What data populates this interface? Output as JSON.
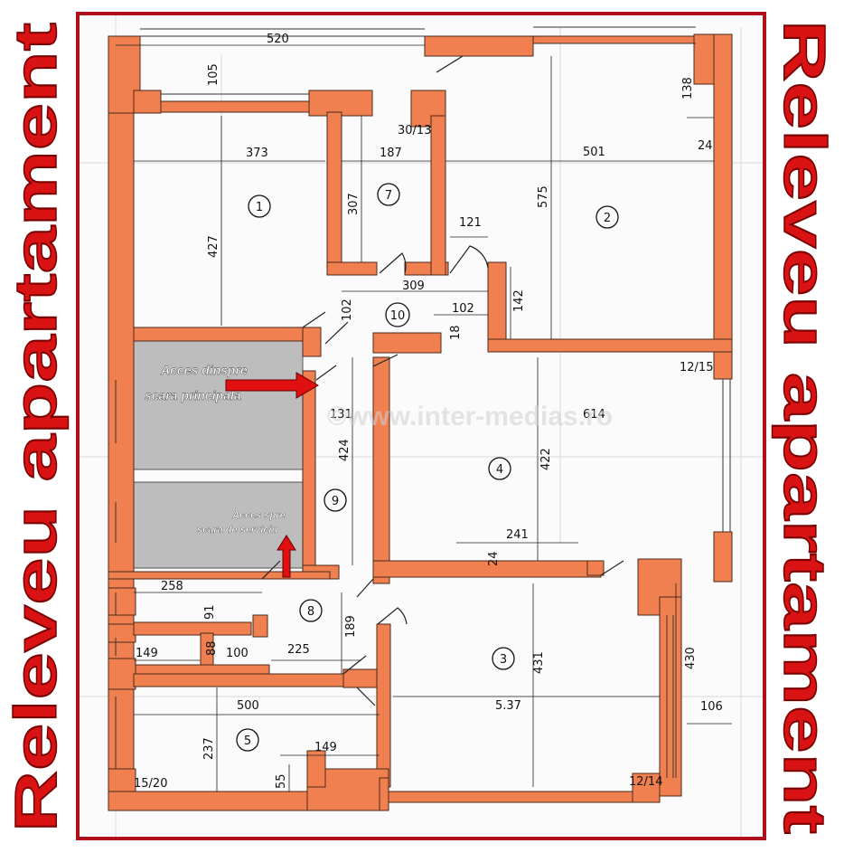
{
  "title": "Releveu apartament",
  "watermark": "©www.inter-medias.ro",
  "colors": {
    "wall": "#f08050",
    "gray": "#bdbdbd",
    "title": "#d91313",
    "frame": "#b0101a"
  },
  "annotations": {
    "main_access_line1": "Acces dinspre",
    "main_access_line2": "scara principala",
    "service_access_line1": "Acces spre",
    "service_access_line2": "scara de serviciu"
  },
  "rooms": [
    "1",
    "2",
    "3",
    "4",
    "5",
    "7",
    "8",
    "9",
    "10"
  ],
  "dimensions": {
    "d520": "520",
    "d105": "105",
    "d138": "138",
    "d24": "24",
    "d3013": "30/13",
    "d373": "373",
    "d187": "187",
    "d501": "501",
    "d427": "427",
    "d307": "307",
    "d575": "575",
    "d121": "121",
    "d309": "309",
    "d142": "142",
    "d102a": "102",
    "d102b": "102",
    "d18": "18",
    "d1215": "12/15",
    "d131": "131",
    "d614": "614",
    "d424": "424",
    "d422": "422",
    "d241": "241",
    "d24b": "24",
    "d258": "258",
    "d91": "91",
    "d189": "189",
    "d149a": "149",
    "d88": "88",
    "d100": "100",
    "d225": "225",
    "d431": "431",
    "d430": "430",
    "d537": "5.37",
    "d500": "500",
    "d106": "106",
    "d237": "237",
    "d149b": "149",
    "d55": "55",
    "d1520": "15/20",
    "d1214": "12/14"
  }
}
